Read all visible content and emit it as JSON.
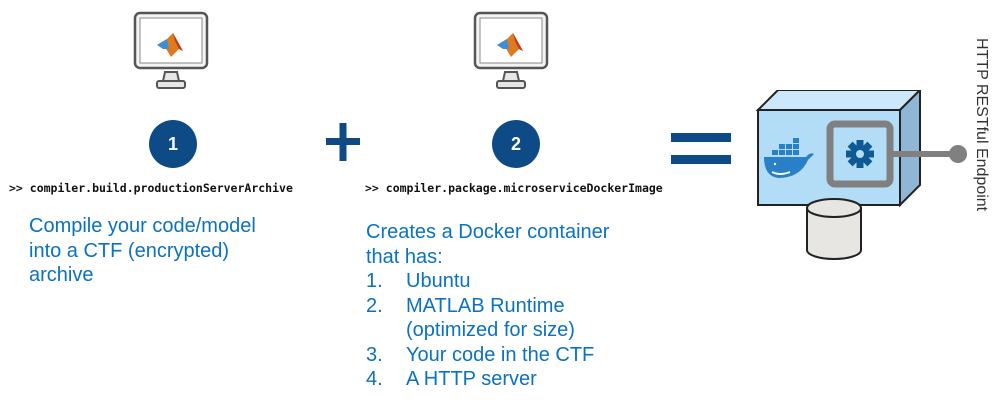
{
  "steps": [
    {
      "number": "1",
      "command": ">> compiler.build.productionServerArchive",
      "description": "Compile your code/model into a CTF (encrypted) archive",
      "description_lines": [
        "Compile your code/model",
        "into a CTF (encrypted)",
        "archive"
      ]
    },
    {
      "number": "2",
      "command": ">> compiler.package.microserviceDockerImage",
      "description_lines": [
        "Creates a Docker container",
        "that has:"
      ],
      "items": [
        {
          "num": "1.",
          "lines": [
            "Ubuntu"
          ]
        },
        {
          "num": "2.",
          "lines": [
            "MATLAB Runtime",
            "(optimized for size)"
          ]
        },
        {
          "num": "3.",
          "lines": [
            "Your code in the CTF"
          ]
        },
        {
          "num": "4.",
          "lines": [
            "A HTTP server"
          ]
        }
      ]
    }
  ],
  "operators": {
    "plus": "+",
    "equals": "="
  },
  "result": {
    "endpoint_label": "HTTP RESTful Endpoint",
    "icons": [
      "docker-whale-icon",
      "gear-icon",
      "database-icon",
      "endpoint-connector-icon"
    ]
  },
  "colors": {
    "circle": "#0e4a86",
    "text_blue": "#0a72c2",
    "container_fill": "#b3dcf6",
    "gear": "#0e5a94",
    "connector": "#808080"
  }
}
